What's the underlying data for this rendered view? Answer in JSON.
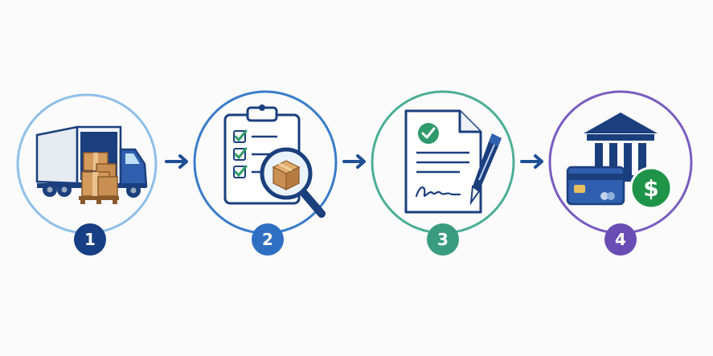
{
  "steps": [
    {
      "number": "1",
      "icon": "delivery-truck-icon",
      "ring_color": "#8fbfe8",
      "badge_color": "#163f84"
    },
    {
      "number": "2",
      "icon": "inspection-checklist-icon",
      "ring_color": "#3a7cc9",
      "badge_color": "#2f6fc1"
    },
    {
      "number": "3",
      "icon": "signed-document-icon",
      "ring_color": "#4cae96",
      "badge_color": "#3a9c7e"
    },
    {
      "number": "4",
      "icon": "bank-payment-icon",
      "ring_color": "#7a5cc0",
      "badge_color": "#6a4cb5"
    }
  ],
  "colors": {
    "navy": "#1b3f7d",
    "arrow": "#1f4e94",
    "box": "#c98f52",
    "check_green": "#2f9a6a",
    "dollar_green": "#1f9448",
    "background": "#fbfbfc"
  }
}
